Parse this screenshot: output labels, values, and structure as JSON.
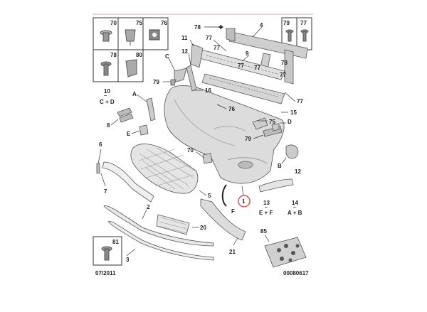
{
  "diagram": {
    "date_code": "07/2011",
    "reference": "00080617",
    "callouts": [
      "1",
      "2",
      "3",
      "4",
      "5",
      "6",
      "7",
      "8",
      "9",
      "10",
      "11",
      "12",
      "13",
      "14",
      "15",
      "16",
      "20",
      "21",
      "70",
      "75",
      "76",
      "77",
      "78",
      "79",
      "80",
      "81",
      "85",
      "A",
      "B",
      "C",
      "D",
      "E",
      "F"
    ],
    "callout_num_1": "1",
    "callout_num_2": "2",
    "callout_num_3": "3",
    "callout_num_4": "4",
    "callout_num_5": "5",
    "callout_num_6": "6",
    "callout_num_7": "7",
    "callout_num_8": "8",
    "callout_num_9": "9",
    "callout_num_10": "10",
    "callout_num_11": "11",
    "callout_num_12": "12",
    "callout_num_13": "13",
    "callout_num_14": "14",
    "callout_num_15": "15",
    "callout_num_16": "16",
    "callout_num_20": "20",
    "callout_num_21": "21",
    "callout_num_70": "70",
    "callout_num_75": "75",
    "callout_num_76": "76",
    "callout_num_77": "77",
    "callout_num_78": "78",
    "callout_num_79": "79",
    "callout_num_80": "80",
    "callout_num_81": "81",
    "callout_num_85": "85",
    "letter_A": "A",
    "letter_B": "B",
    "letter_C": "C",
    "letter_D": "D",
    "letter_E": "E",
    "letter_F": "F",
    "group_10": "C + D",
    "group_13": "E + F",
    "group_14": "A + B",
    "tilde": "~",
    "highlight_color": "#d9534f",
    "accent_line_color": "#d9a0b0"
  }
}
